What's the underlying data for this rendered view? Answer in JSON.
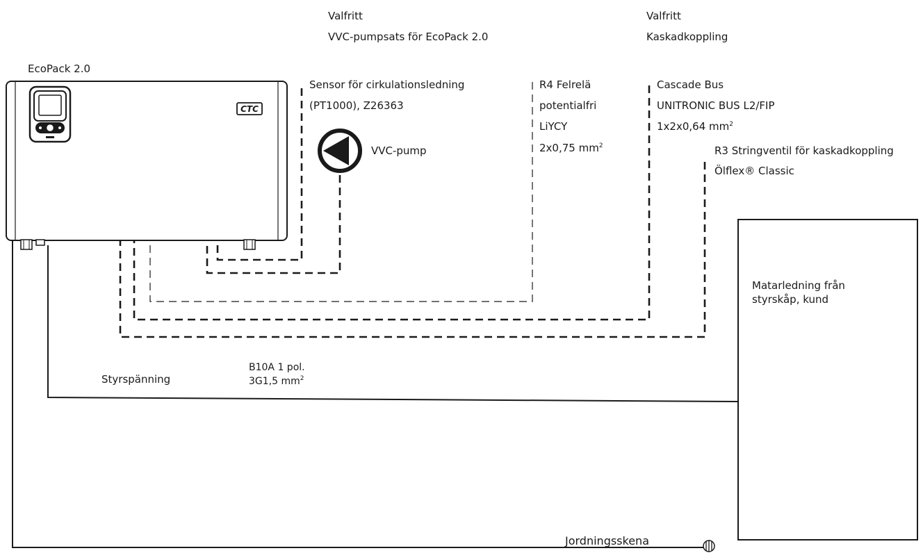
{
  "options": {
    "vvc": {
      "line1": "Valfritt",
      "line2": "VVC-pumpsats för EcoPack 2.0"
    },
    "cascade": {
      "line1": "Valfritt",
      "line2": "Kaskadkoppling"
    }
  },
  "unit": {
    "title": "EcoPack 2.0",
    "brand": "CTC"
  },
  "labels": {
    "sensor": {
      "line1": "Sensor för cirkulationsledning",
      "line2": "(PT1000), Z26363"
    },
    "pump": "VVC-pump",
    "r4": {
      "line1": "R4 Felrelä",
      "line2": "potentialfri",
      "line3": "LiYCY",
      "line4": "2x0,75 mm",
      "sup": "2"
    },
    "cascade_bus": {
      "line1": "Cascade Bus",
      "line2": "UNITRONIC BUS L2/FIP",
      "line3": "1x2x0,64 mm",
      "sup": "2"
    },
    "r3": {
      "line1": "R3 Stringventil för kaskadkoppling",
      "line2": "Ölflex® Classic"
    },
    "feeder": {
      "line1": "Matarledning från",
      "line2": "styrskåp, kund"
    },
    "control_voltage": "Styrspänning",
    "b10a": {
      "line1": "B10A 1 pol.",
      "line2": "3G1,5 mm",
      "sup": "2"
    },
    "ground": "Jordningsskena"
  }
}
